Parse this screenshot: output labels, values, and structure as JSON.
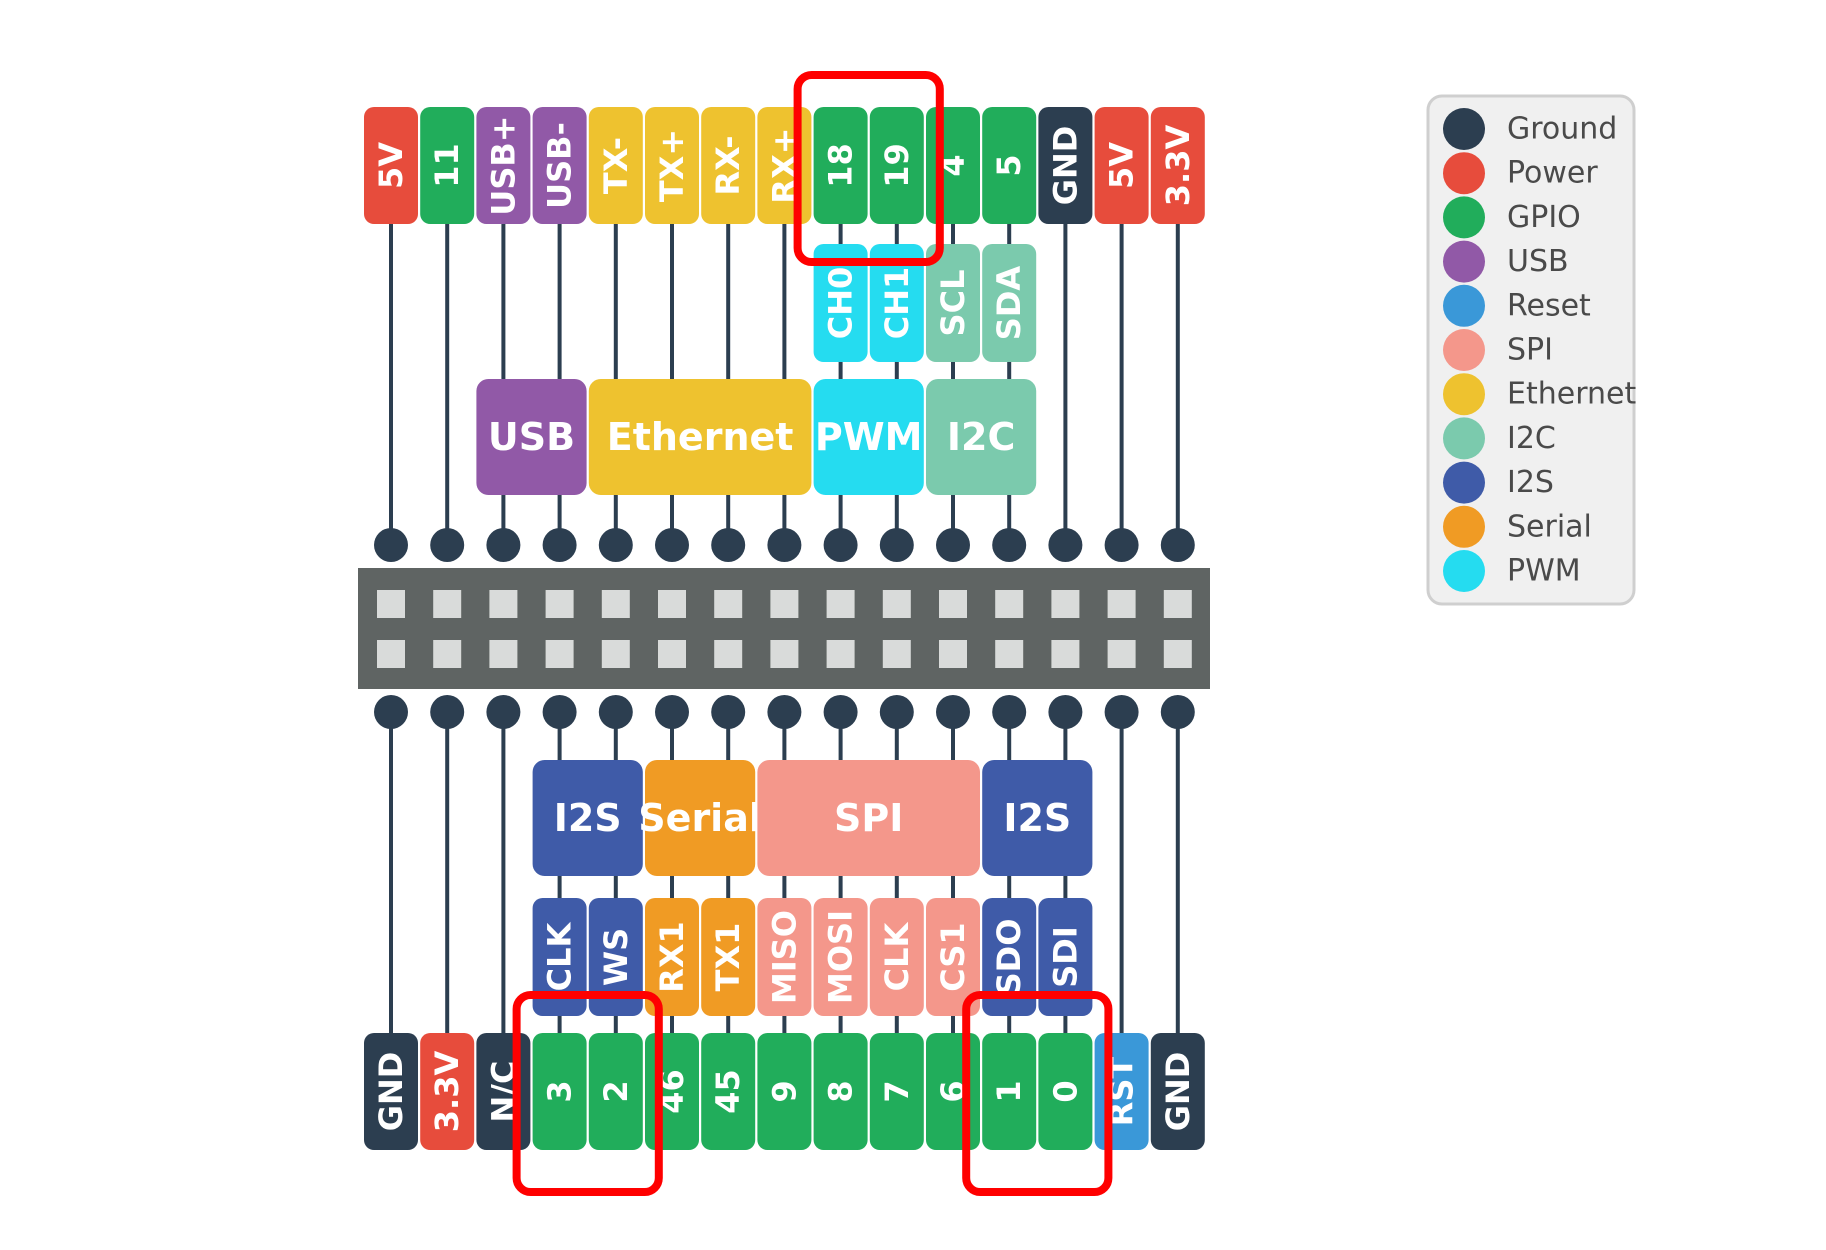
{
  "colors": {
    "ground": "#2c3e50",
    "power": "#e74c3c",
    "gpio": "#21ad5b",
    "usb": "#9159a7",
    "reset": "#3a98d8",
    "spi": "#f4978b",
    "ethernet": "#eec22f",
    "i2c": "#7bcaad",
    "i2s": "#3f5ba8",
    "serial": "#f09b24",
    "pwm": "#25dcf0",
    "header": "#5f6463",
    "pad": "#d9dbda",
    "wire": "#2c3e50",
    "highlight": "#ff0000"
  },
  "top_pins": [
    {
      "label": "5V",
      "type": "power"
    },
    {
      "label": "11",
      "type": "gpio"
    },
    {
      "label": "USB+",
      "type": "usb"
    },
    {
      "label": "USB-",
      "type": "usb"
    },
    {
      "label": "TX-",
      "type": "ethernet"
    },
    {
      "label": "TX+",
      "type": "ethernet"
    },
    {
      "label": "RX-",
      "type": "ethernet"
    },
    {
      "label": "RX+",
      "type": "ethernet"
    },
    {
      "label": "18",
      "type": "gpio"
    },
    {
      "label": "19",
      "type": "gpio"
    },
    {
      "label": "4",
      "type": "gpio"
    },
    {
      "label": "5",
      "type": "gpio"
    },
    {
      "label": "GND",
      "type": "ground"
    },
    {
      "label": "5V",
      "type": "power"
    },
    {
      "label": "3.3V",
      "type": "power"
    }
  ],
  "top_functions": [
    {
      "col": 8,
      "label": "CH0",
      "type": "pwm"
    },
    {
      "col": 9,
      "label": "CH1",
      "type": "pwm"
    },
    {
      "col": 10,
      "label": "SCL",
      "type": "i2c"
    },
    {
      "col": 11,
      "label": "SDA",
      "type": "i2c"
    }
  ],
  "top_groups": [
    {
      "from": 2,
      "to": 3,
      "label": "USB",
      "type": "usb"
    },
    {
      "from": 4,
      "to": 7,
      "label": "Ethernet",
      "type": "ethernet"
    },
    {
      "from": 8,
      "to": 9,
      "label": "PWM",
      "type": "pwm"
    },
    {
      "from": 10,
      "to": 11,
      "label": "I2C",
      "type": "i2c"
    }
  ],
  "bottom_pins": [
    {
      "label": "GND",
      "type": "ground"
    },
    {
      "label": "3.3V",
      "type": "power"
    },
    {
      "label": "N/C",
      "type": "ground"
    },
    {
      "label": "3",
      "type": "gpio"
    },
    {
      "label": "2",
      "type": "gpio"
    },
    {
      "label": "46",
      "type": "gpio"
    },
    {
      "label": "45",
      "type": "gpio"
    },
    {
      "label": "9",
      "type": "gpio"
    },
    {
      "label": "8",
      "type": "gpio"
    },
    {
      "label": "7",
      "type": "gpio"
    },
    {
      "label": "6",
      "type": "gpio"
    },
    {
      "label": "1",
      "type": "gpio"
    },
    {
      "label": "0",
      "type": "gpio"
    },
    {
      "label": "RST",
      "type": "reset"
    },
    {
      "label": "GND",
      "type": "ground"
    }
  ],
  "bottom_functions": [
    {
      "col": 3,
      "label": "CLK",
      "type": "i2s"
    },
    {
      "col": 4,
      "label": "WS",
      "type": "i2s"
    },
    {
      "col": 5,
      "label": "RX1",
      "type": "serial"
    },
    {
      "col": 6,
      "label": "TX1",
      "type": "serial"
    },
    {
      "col": 7,
      "label": "MISO",
      "type": "spi"
    },
    {
      "col": 8,
      "label": "MOSI",
      "type": "spi"
    },
    {
      "col": 9,
      "label": "CLK",
      "type": "spi"
    },
    {
      "col": 10,
      "label": "CS1",
      "type": "spi"
    },
    {
      "col": 11,
      "label": "SDO",
      "type": "i2s"
    },
    {
      "col": 12,
      "label": "SDI",
      "type": "i2s"
    }
  ],
  "bottom_groups": [
    {
      "from": 3,
      "to": 4,
      "label": "I2S",
      "type": "i2s"
    },
    {
      "from": 5,
      "to": 6,
      "label": "Serial",
      "type": "serial"
    },
    {
      "from": 7,
      "to": 10,
      "label": "SPI",
      "type": "spi"
    },
    {
      "from": 11,
      "to": 12,
      "label": "I2S",
      "type": "i2s"
    }
  ],
  "highlights": [
    {
      "row": "top",
      "from": 8,
      "to": 9
    },
    {
      "row": "bottom",
      "from": 3,
      "to": 4
    },
    {
      "row": "bottom",
      "from": 11,
      "to": 12
    }
  ],
  "legend": [
    {
      "label": "Ground",
      "type": "ground"
    },
    {
      "label": "Power",
      "type": "power"
    },
    {
      "label": "GPIO",
      "type": "gpio"
    },
    {
      "label": "USB",
      "type": "usb"
    },
    {
      "label": "Reset",
      "type": "reset"
    },
    {
      "label": "SPI",
      "type": "spi"
    },
    {
      "label": "Ethernet",
      "type": "ethernet"
    },
    {
      "label": "I2C",
      "type": "i2c"
    },
    {
      "label": "I2S",
      "type": "i2s"
    },
    {
      "label": "Serial",
      "type": "serial"
    },
    {
      "label": "PWM",
      "type": "pwm"
    }
  ]
}
